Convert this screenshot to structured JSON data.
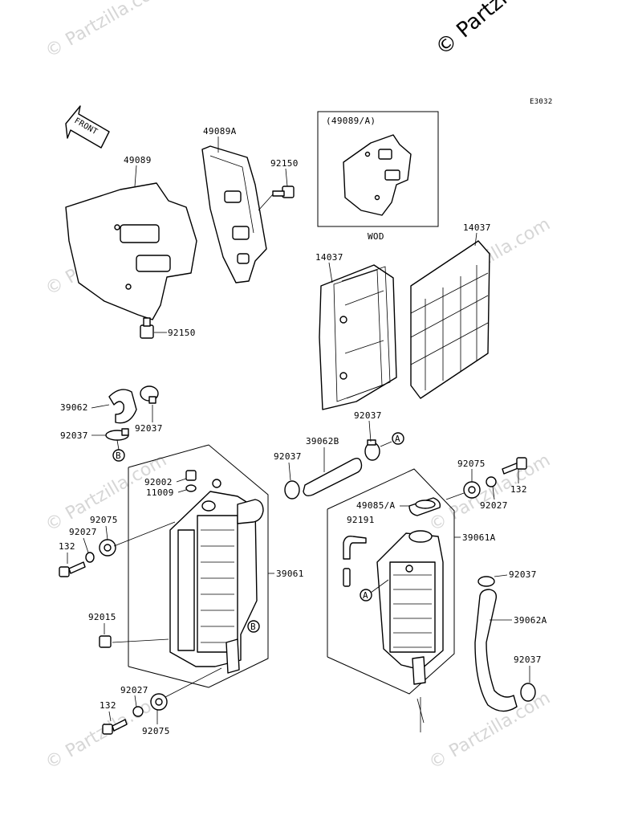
{
  "watermark": {
    "text": "© Partzilla.com",
    "main_text": "© Partzilla.com"
  },
  "diagram_code": "E3032",
  "front_label": "FRONT",
  "inset": {
    "title": "(49089/A)",
    "caption": "WOD"
  },
  "labels": {
    "p49089": "49089",
    "p49089a": "49089A",
    "p92150_top": "92150",
    "p92150_bot": "92150",
    "p14037_left": "14037",
    "p14037_right": "14037",
    "p39062": "39062",
    "p92037_a": "92037",
    "p92037_b": "92037",
    "p92037_c": "92037",
    "p92037_d": "92037",
    "p92037_e": "92037",
    "p92037_f": "92037",
    "p39062b": "39062B",
    "p92002": "92002",
    "p11009": "11009",
    "p92075_a": "92075",
    "p92075_b": "92075",
    "p92075_c": "92075",
    "p92027_a": "92027",
    "p92027_b": "92027",
    "p92027_c": "92027",
    "p132_a": "132",
    "p132_b": "132",
    "p132_c": "132",
    "p39061": "39061",
    "p39061a": "39061A",
    "p92015": "92015",
    "p49085a": "49085/A",
    "p92191": "92191",
    "p39062a": "39062A"
  },
  "callouts": {
    "a1": "A",
    "a2": "A",
    "b1": "B",
    "b2": "B"
  }
}
